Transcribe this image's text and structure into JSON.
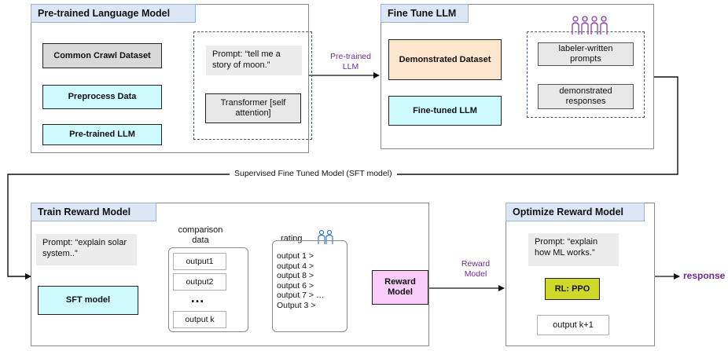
{
  "panels": {
    "pretrain": {
      "title": "Pre-trained Language Model",
      "common_crawl": "Common Crawl Dataset",
      "preprocess": "Preprocess Data",
      "pretrained_llm": "Pre-trained LLM",
      "prompt": "Prompt: “tell me a story of moon.”",
      "transformer": "Transformer [self attention]"
    },
    "finetune": {
      "title": "Fine Tune LLM",
      "demonstrated_dataset": "Demonstrated Dataset",
      "finetuned_llm": "Fine-tuned LLM",
      "labeler_prompts": "labeler-written prompts",
      "demonstrated_responses": "demonstrated responses"
    },
    "reward": {
      "title": "Train Reward Model",
      "prompt": "Prompt: “explain solar system..”",
      "sft_model": "SFT model",
      "comparison_label": "comparison data",
      "outputs": [
        "output1",
        "output2",
        "output k"
      ],
      "ellipsis": "…",
      "rating_label": "rating",
      "rating_items": [
        "output 1 >",
        "output 4 >",
        "output 8 >",
        "output 6 >",
        "output 7 > …",
        "Output 3 >"
      ],
      "reward_model": "Reward Model"
    },
    "optimize": {
      "title": "Optimize Reward Model",
      "prompt": "Prompt: “explain how ML works.”",
      "rl_ppo": "RL: PPO",
      "output_k1": "output k+1"
    }
  },
  "flow_labels": {
    "pretrained_llm": "Pre-trained LLM",
    "sft_model": "Supervised Fine Tuned Model (SFT model)",
    "reward_model": "Reward Model",
    "response": "response"
  },
  "colors": {
    "title_bg": "#dbe6f6",
    "cyan": "#ccfafd",
    "peach": "#fde6ce",
    "pink": "#fbcdfb",
    "olive": "#cfd92a",
    "gray": "#d9d9d9",
    "label_purple": "#6a2c91"
  },
  "icons": [
    "people-group-icon",
    "people-pair-icon"
  ]
}
